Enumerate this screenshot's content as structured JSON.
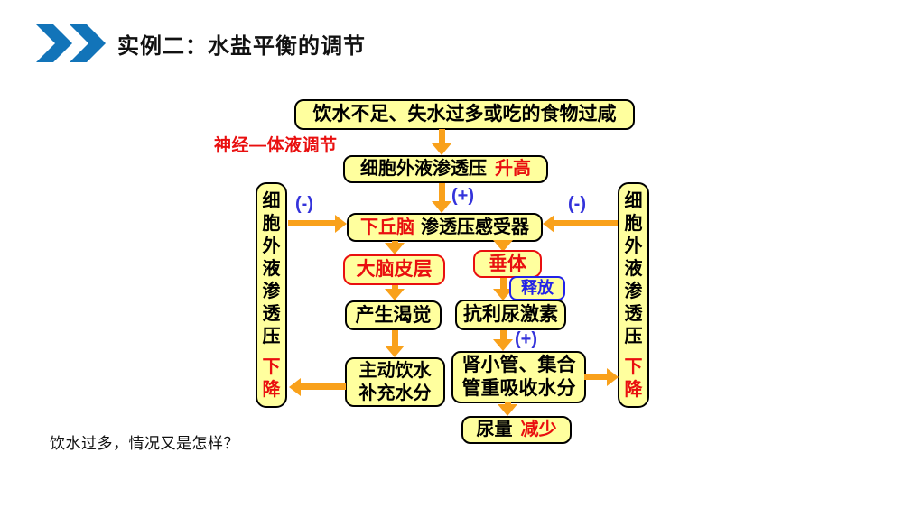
{
  "slide": {
    "title": "实例二：水盐平衡的调节",
    "footer_question": "饮水过多，情况又是怎样？"
  },
  "colors": {
    "accent_blue": "#1274B9",
    "box_fill_yellow": "#FFFF9E",
    "arrow_orange": "#F9A11B",
    "highlight_red": "#E90F0F",
    "sign_blue": "#3433DB"
  },
  "diagram": {
    "regulation_label": "神经—体液调节",
    "boxes": {
      "cause": "饮水不足、失水过多或吃的食物过咸",
      "osmotic_prefix": "细胞外液渗透压",
      "osmotic_highlight": "升高",
      "hypothalamus_highlight": "下丘脑",
      "hypothalamus_suffix": "渗透压感受器",
      "cerebral_cortex": "大脑皮层",
      "pituitary": "垂体",
      "release": "释放",
      "thirst": "产生渴觉",
      "adh": "抗利尿激素",
      "drink_line1": "主动饮水",
      "drink_line2": "补充水分",
      "kidney_line1": "肾小管、集合",
      "kidney_line2": "管重吸收水分",
      "urine_prefix": "尿量",
      "urine_highlight": "减少",
      "side_vertical_text": "细胞外液渗透压",
      "side_vertical_highlight": "下降"
    },
    "signs": {
      "plus_top": "(+)",
      "plus_bottom": "(+)",
      "minus_left": "(-)",
      "minus_right": "(-)"
    }
  }
}
